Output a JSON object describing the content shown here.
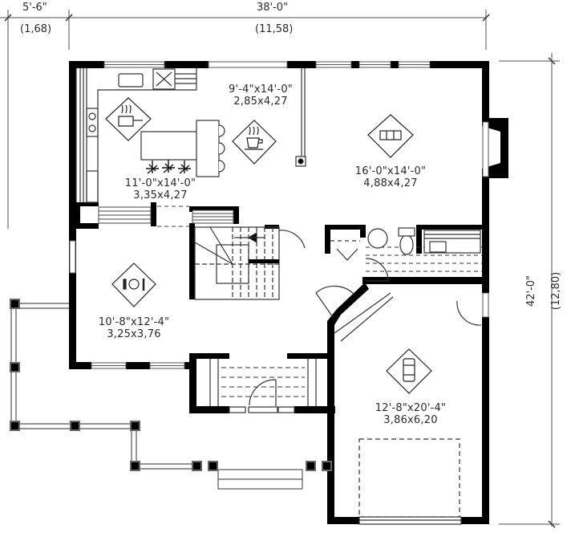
{
  "dimensions": {
    "top_left": {
      "imperial": "5'-6\"",
      "metric": "(1,68)"
    },
    "top_main": {
      "imperial": "38'-0\"",
      "metric": "(11,58)"
    },
    "right": {
      "imperial": "42'-0\"",
      "metric": "(12,80)"
    }
  },
  "rooms": {
    "dining_nook": {
      "icon": "coffee-cup-icon",
      "imperial": "9'-4\"x14'-0\"",
      "metric": "2,85x4,27"
    },
    "kitchen": {
      "icon": "cooking-pot-icon",
      "imperial": "11'-0\"x14'-0\"",
      "metric": "3,35x4,27"
    },
    "living_room": {
      "icon": "sofa-icon",
      "imperial": "16'-0\"x14'-0\"",
      "metric": "4,88x4,27"
    },
    "dining_room": {
      "icon": "plate-cutlery-icon",
      "imperial": "10'-8\"x12'-4\"",
      "metric": "3,25x3,76"
    },
    "garage": {
      "icon": "car-icon",
      "imperial": "12'-8\"x20'-4\"",
      "metric": "3,86x6,20"
    }
  },
  "colors": {
    "wall": "#000000",
    "line": "#333333",
    "dim_line": "#8a8a8a",
    "window": "#9a9a9a",
    "background": "#ffffff"
  }
}
